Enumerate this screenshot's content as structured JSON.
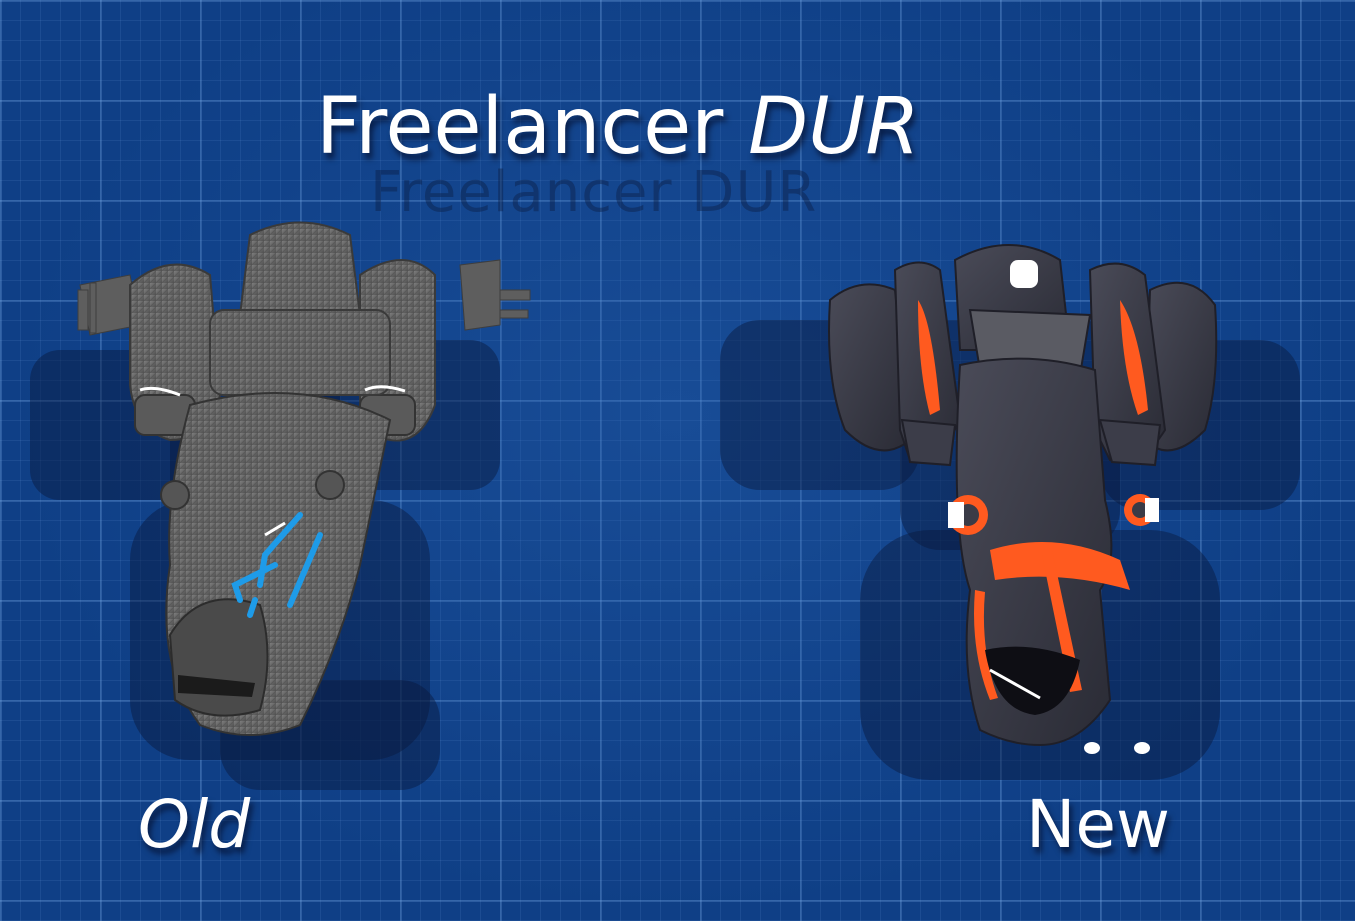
{
  "title": {
    "main": "Freelancer",
    "accent": "DUR",
    "shadow": "Freelancer DUR"
  },
  "labels": {
    "old": "Old",
    "new": "New"
  },
  "ships": {
    "old": {
      "hull_color": "#6b6b6b",
      "accent_color": "#1e9be8"
    },
    "new": {
      "hull_color": "#3a3b46",
      "accent_color": "#ff5a1f"
    }
  },
  "background": {
    "blueprint_color": "#0f3f86",
    "grid_color": "#7aaae6"
  }
}
